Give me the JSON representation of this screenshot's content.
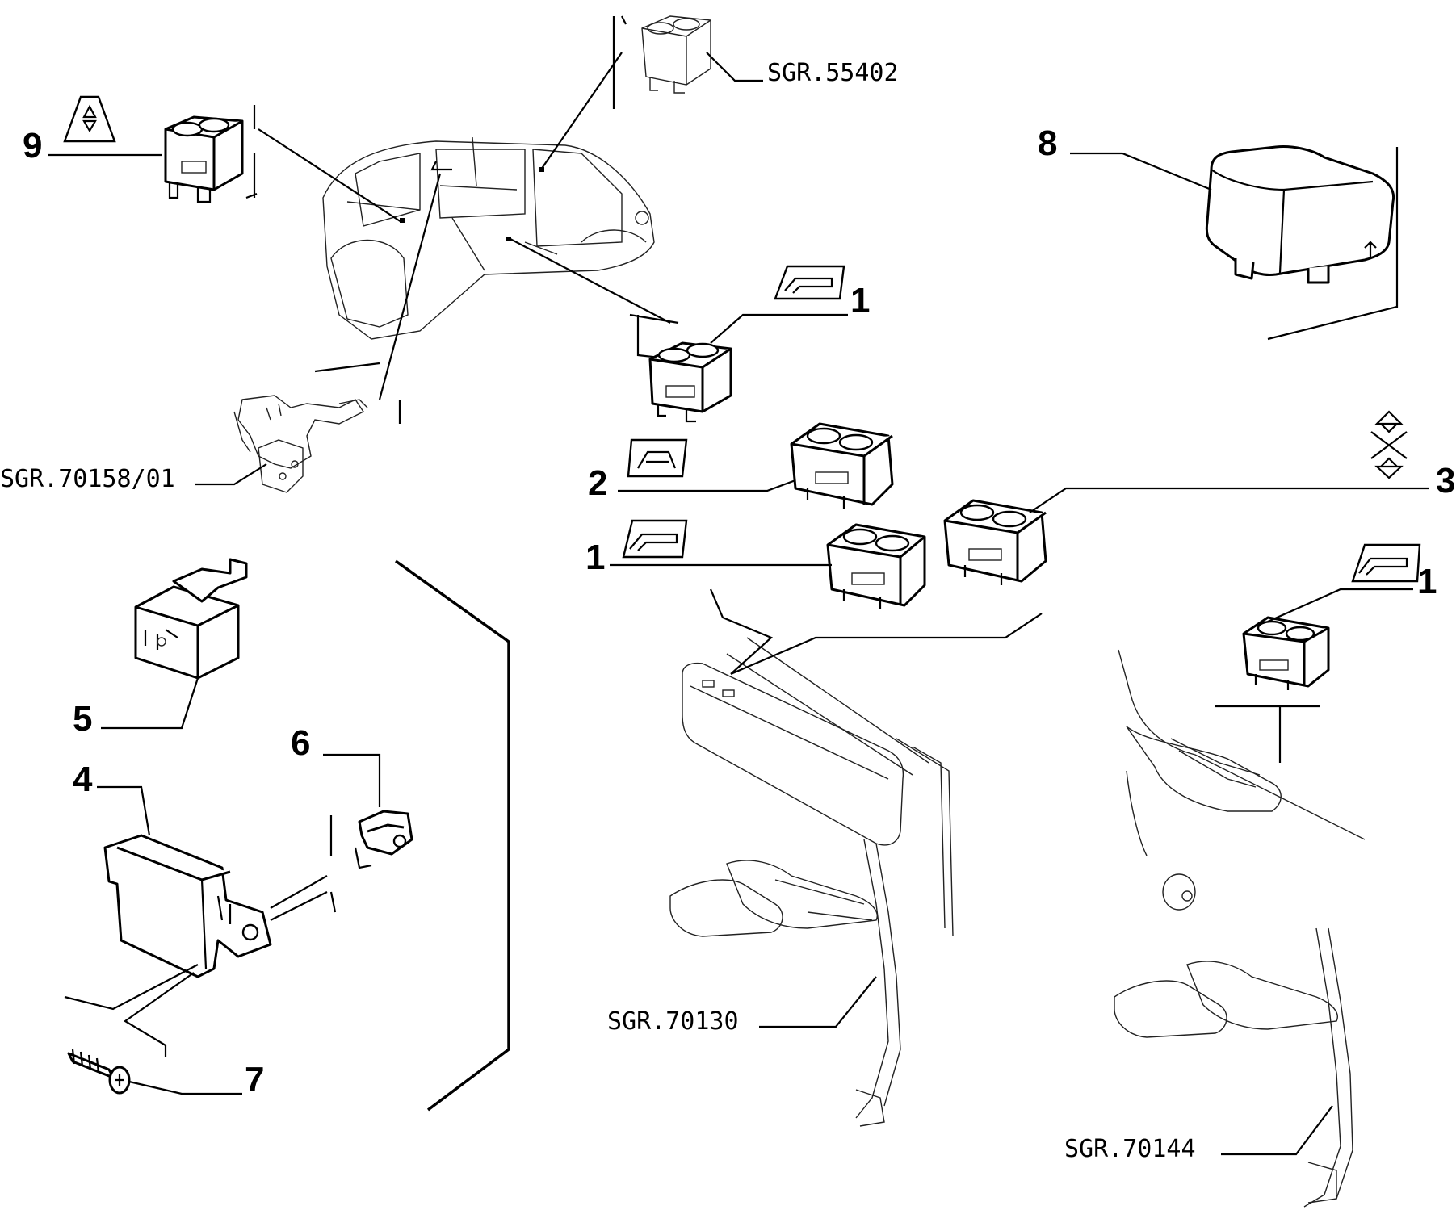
{
  "diagram": {
    "callouts": {
      "c9": "9",
      "c8": "8",
      "c1_top": "1",
      "c2": "2",
      "c3": "3",
      "c1_mid": "1",
      "c1_right": "1",
      "c5": "5",
      "c6": "6",
      "c4": "4",
      "c7": "7"
    },
    "references": {
      "sgr_55402": "SGR.55402",
      "sgr_70158": "SGR.70158/01",
      "sgr_70130": "SGR.70130",
      "sgr_70144": "SGR.70144"
    }
  }
}
